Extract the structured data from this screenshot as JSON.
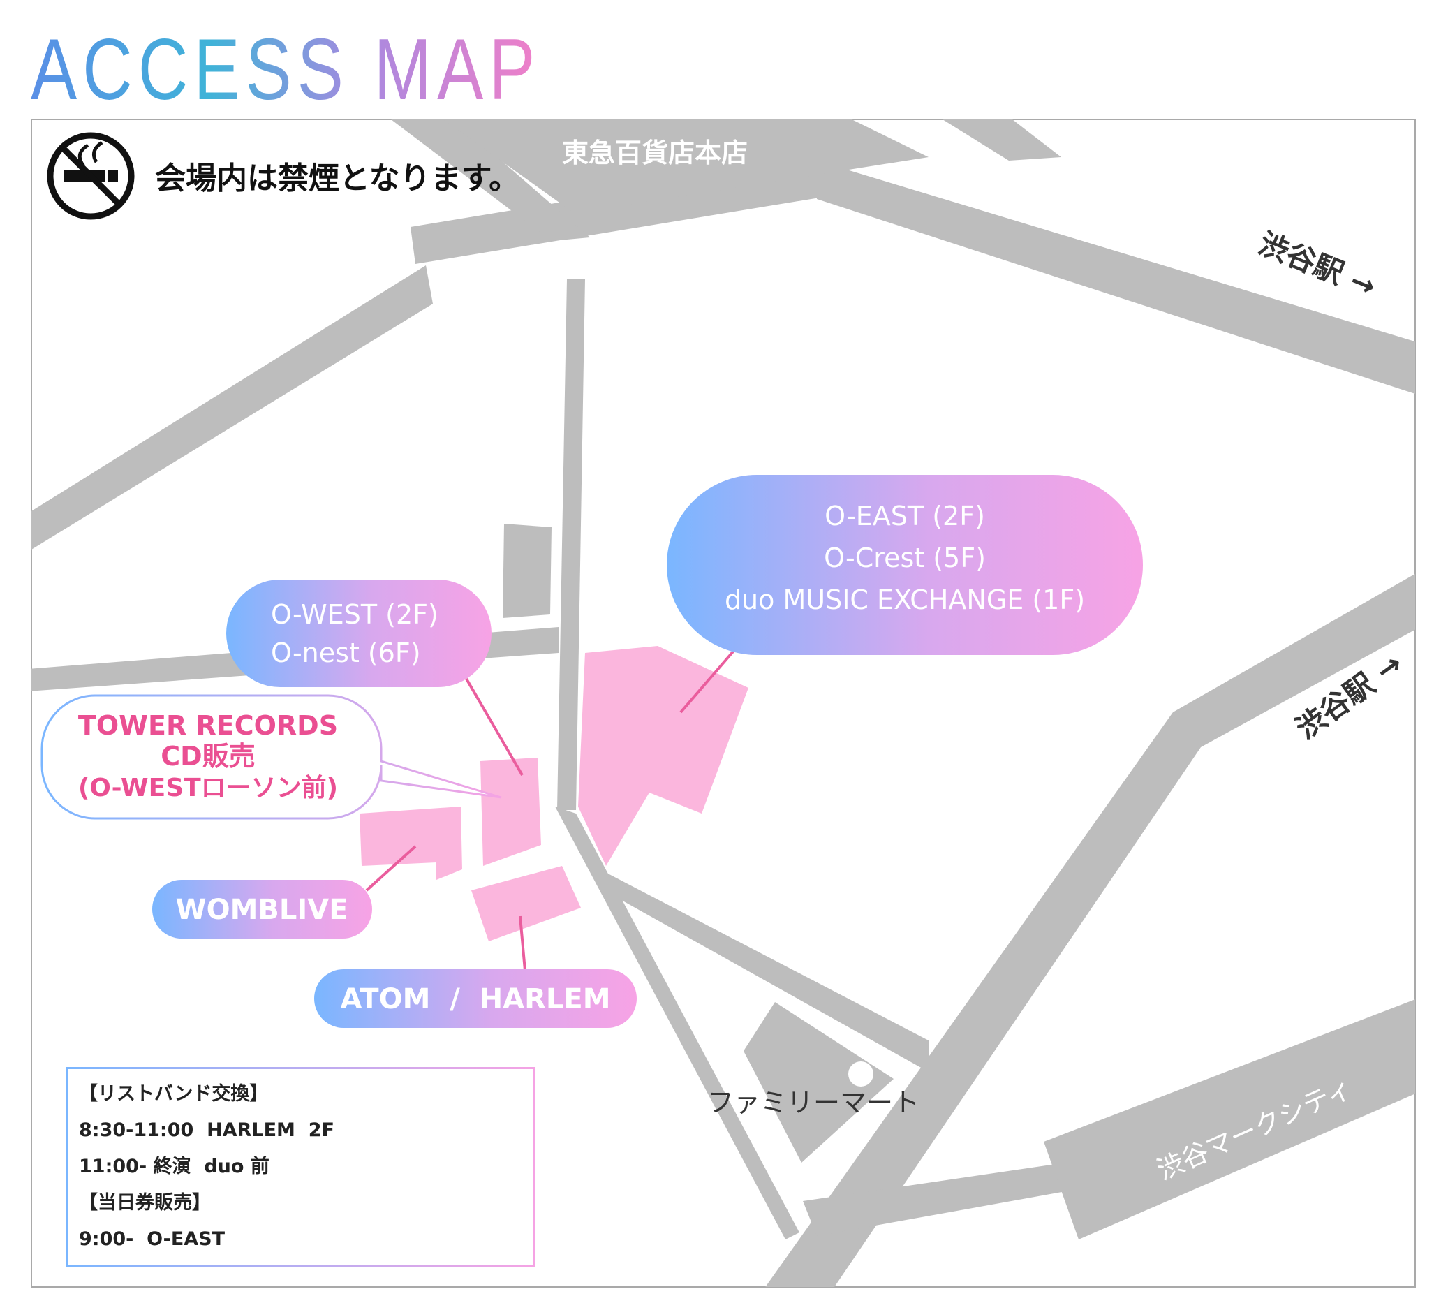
{
  "title": "ACCESS MAP",
  "notice": {
    "icon": "no-smoking-icon",
    "text": "会場内は禁煙となります。"
  },
  "landmarks": {
    "tokyu": "東急百貨店本店",
    "shibuya_station_1": "渋谷駅 →",
    "shibuya_station_2": "渋谷駅 →",
    "family_mart": "ファミリーマート",
    "mark_city": "渋谷マークシティ"
  },
  "venues": {
    "east": [
      "O-EAST (2F)",
      "O-Crest (5F)",
      "duo MUSIC EXCHANGE (1F)"
    ],
    "west": [
      "O-WEST (2F)",
      "O-nest (6F)"
    ],
    "tower": [
      "TOWER RECORDS",
      "CD販売",
      "(O-WESTローソン前)"
    ],
    "womb": "WOMBLIVE",
    "atom": "ATOM  /  HARLEM"
  },
  "info": {
    "lines": [
      "【リストバンド交換】",
      "8:30-11:00  HARLEM  2F",
      "11:00- 終演  duo 前",
      "【当日券販売】",
      "9:00-  O-EAST"
    ]
  },
  "colors": {
    "road": "#bdbdbd",
    "building_venue": "#fbb6dd",
    "gradient_start": "#7ab6ff",
    "gradient_end": "#f7a3e5",
    "leader_line": "#ea5d9d",
    "tower_text": "#ea4f92"
  }
}
